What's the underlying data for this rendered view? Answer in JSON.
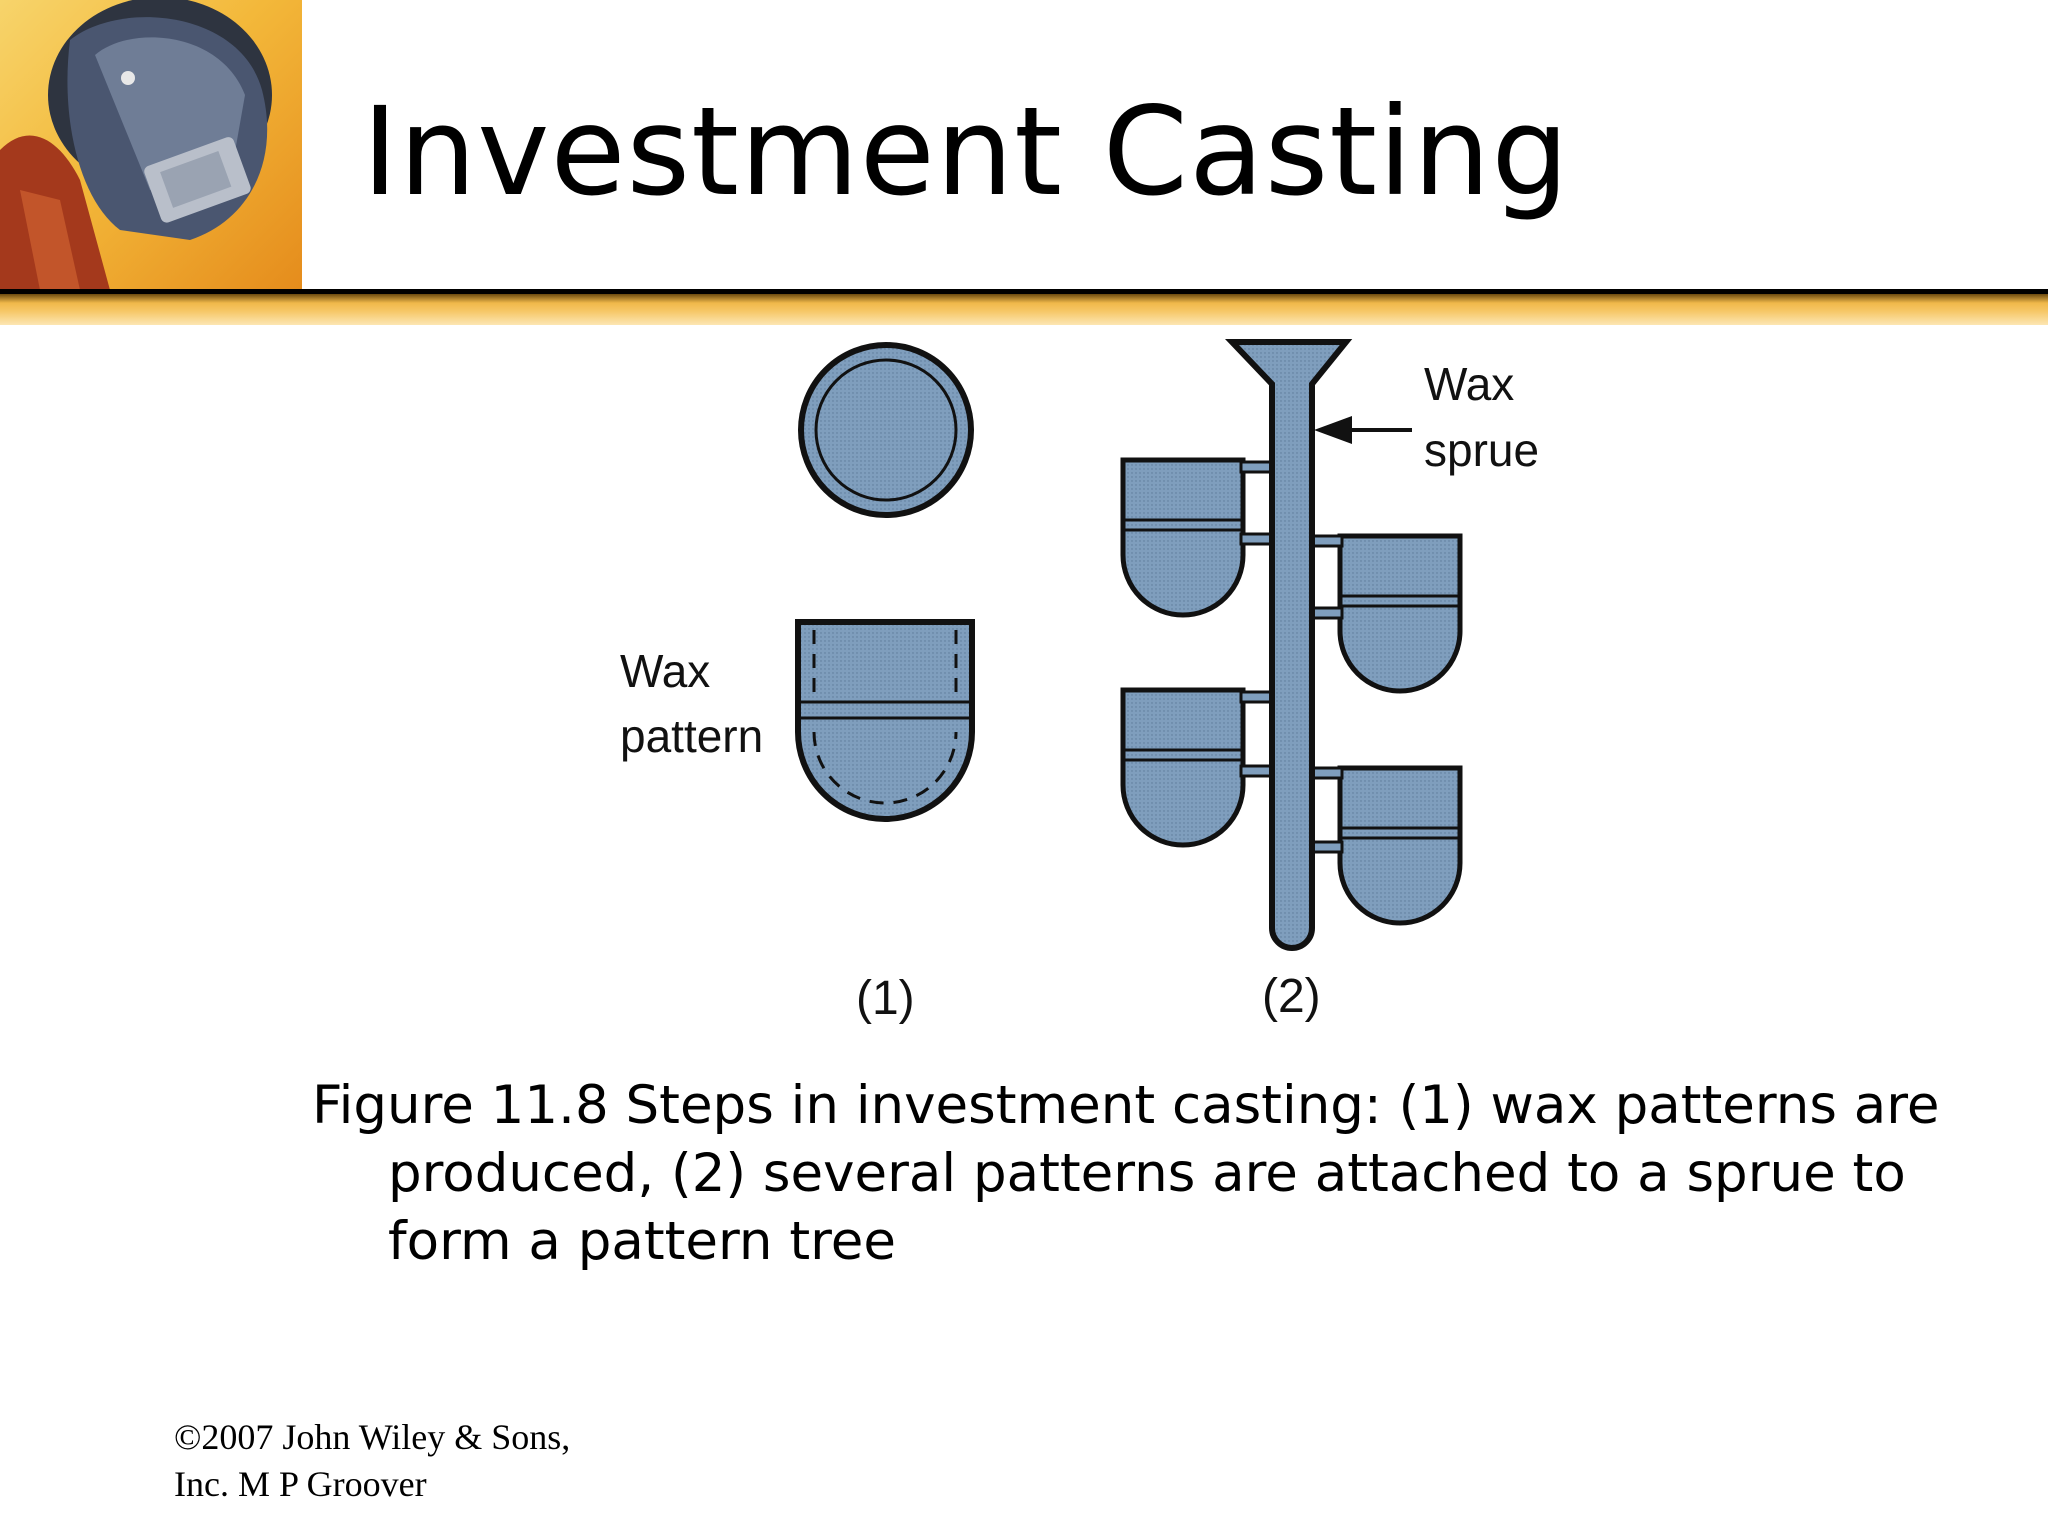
{
  "title": "Investment Casting",
  "figure": {
    "label_wax_pattern_1": "Wax",
    "label_wax_pattern_2": "pattern",
    "label_wax_sprue_1": "Wax",
    "label_wax_sprue_2": "sprue",
    "step1_label": "(1)",
    "step2_label": "(2)",
    "fill_color": "#7f9ebd",
    "outline_color": "#111111"
  },
  "caption": "Figure 11.8  Steps in investment casting: (1) wax patterns are produced, (2) several patterns are attached to a sprue to form a pattern tree",
  "copyright": "©2007 John Wiley & Sons, Inc.  M P Groover"
}
